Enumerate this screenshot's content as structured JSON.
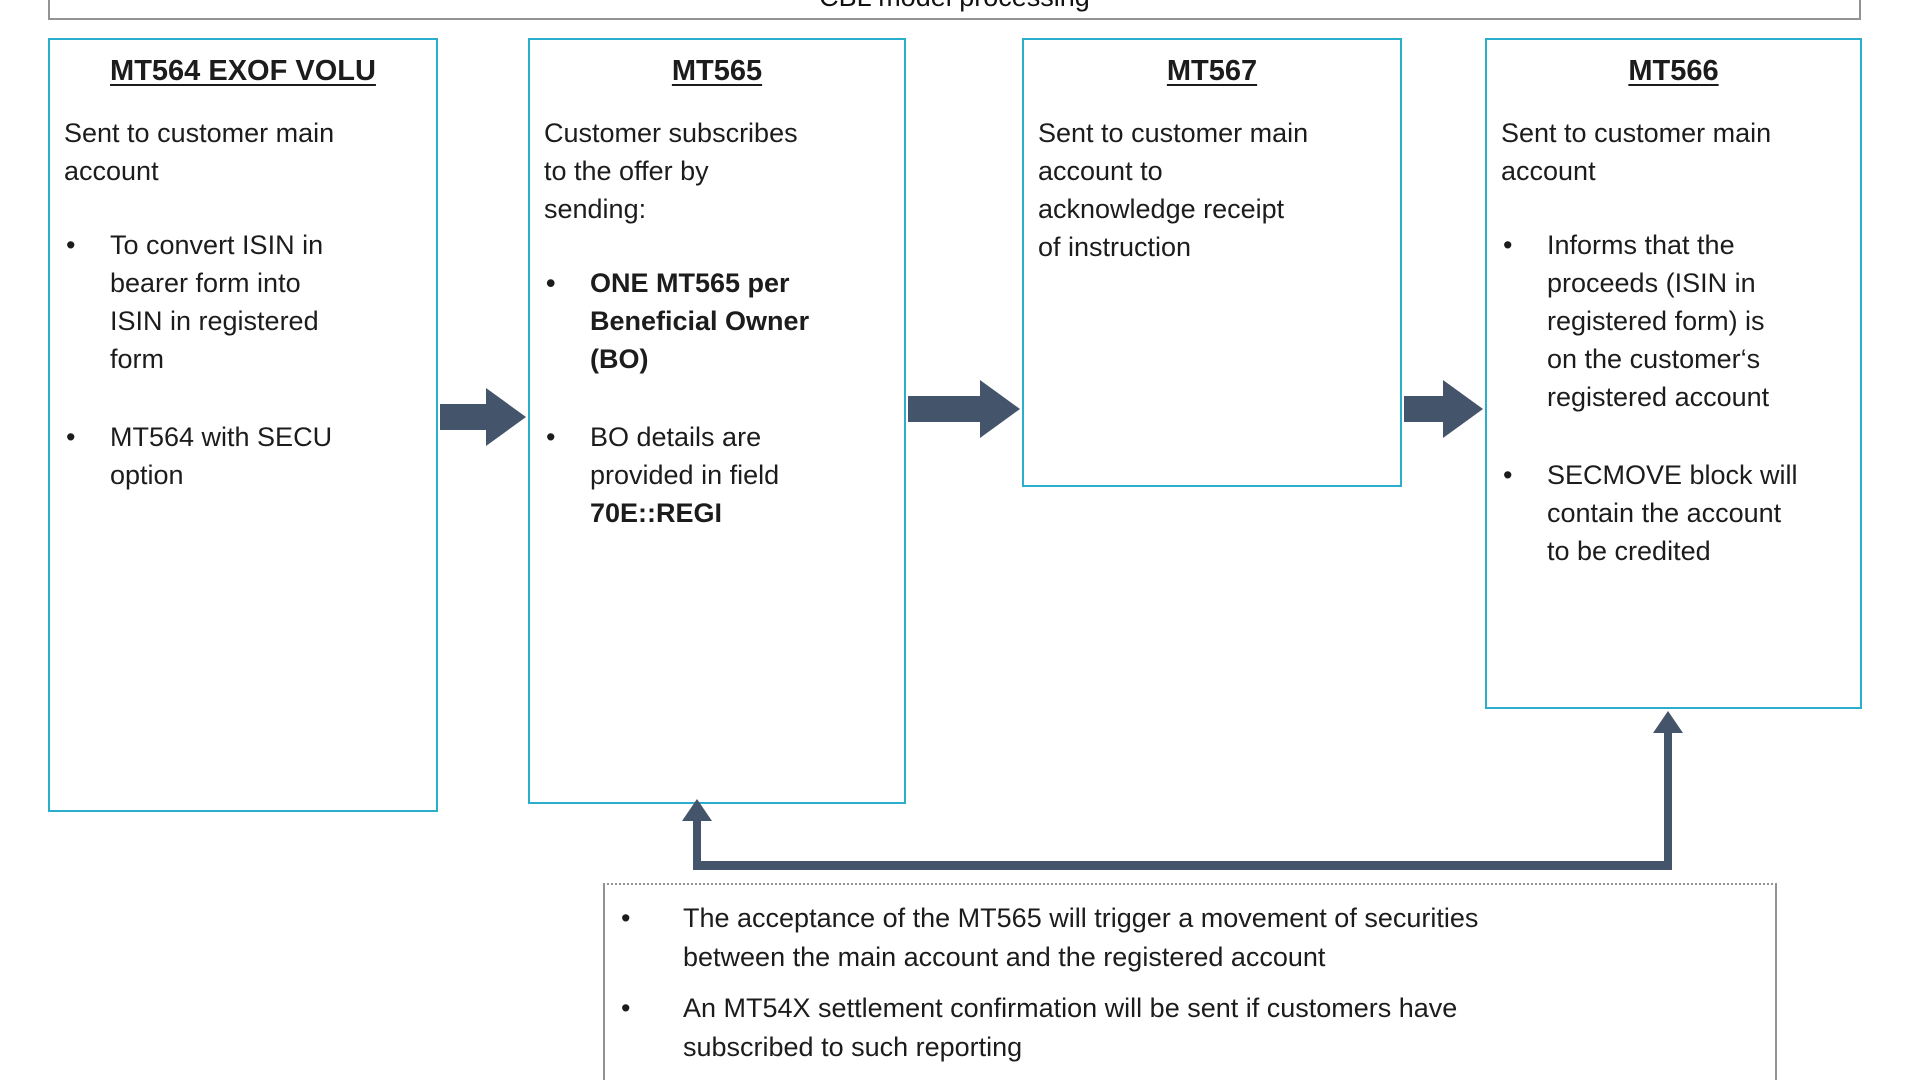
{
  "colors": {
    "box_border": "#2baecb",
    "arrow": "#44546a",
    "frame_border": "#939393",
    "ink": "#1c1c1c"
  },
  "header": {
    "title": "CBL model processing"
  },
  "flow": {
    "boxes": [
      {
        "title": "MT564 EXOF VOLU",
        "intro": {
          "text": "Sent to customer main account",
          "lines": [
            "Sent to customer main",
            "account"
          ]
        },
        "bullets": [
          {
            "text": "To convert ISIN in bearer form into ISIN in registered form",
            "lines": [
              "To convert ISIN in",
              "bearer form into",
              "ISIN in registered",
              "form"
            ]
          },
          {
            "text": "MT564 with SECU option",
            "lines": [
              "MT564 with SECU",
              "option"
            ]
          }
        ]
      },
      {
        "title": "MT565",
        "intro": {
          "text": "Customer subscribes to the offer by sending:",
          "lines": [
            "Customer subscribes",
            "to the offer by",
            "sending:"
          ]
        },
        "bullets": [
          {
            "text": "ONE MT565 per Beneficial Owner (BO)",
            "lines": [
              "ONE MT565 per",
              "Beneficial Owner",
              "(BO)"
            ]
          },
          {
            "text": "BO details are provided in field 70E::REGI",
            "lines": [
              "BO details are",
              "provided in field"
            ],
            "bold_part": "70E::REGI"
          }
        ]
      },
      {
        "title": "MT567",
        "intro": {
          "text": "Sent to customer main account to acknowledge receipt of instruction",
          "lines": [
            "Sent to customer main",
            "account to",
            "acknowledge receipt",
            "of instruction"
          ]
        },
        "bullets": []
      },
      {
        "title": "MT566",
        "intro": {
          "text": "Sent to customer main account",
          "lines": [
            "Sent to customer main",
            "account"
          ]
        },
        "bullets": [
          {
            "text": "Informs that the proceeds (ISIN in registered form) is on the customer‘s registered account",
            "lines": [
              "Informs that the",
              "proceeds (ISIN in",
              "registered form) is",
              "on the customer‘s",
              "registered account"
            ]
          },
          {
            "text": "SECMOVE block will contain the account to be credited",
            "lines": [
              "SECMOVE block will",
              "contain the account",
              "to be credited"
            ]
          }
        ]
      }
    ]
  },
  "footnote": {
    "bullets": [
      {
        "text": "The acceptance of the MT565 will trigger a movement of securities between the main account and the registered account",
        "lines": [
          "The acceptance of the MT565 will trigger a movement of securities",
          "between the main account and the registered account"
        ]
      },
      {
        "text": "An MT54X settlement confirmation will be sent if customers have subscribed to such reporting",
        "lines": [
          "An MT54X settlement confirmation will be sent if customers have",
          "subscribed to such reporting"
        ]
      }
    ]
  }
}
